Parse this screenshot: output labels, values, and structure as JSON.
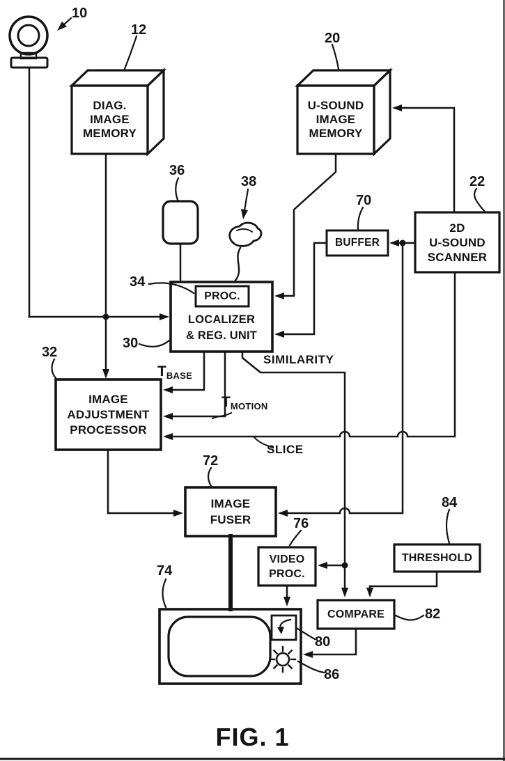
{
  "figure": {
    "caption": "FIG. 1"
  },
  "palette": {
    "ink": "#141414",
    "paper": "#ffffff"
  },
  "boxes": {
    "diag_memory": {
      "ref": "12",
      "lines": [
        "DIAG.",
        "IMAGE",
        "MEMORY"
      ]
    },
    "usound_memory": {
      "ref": "20",
      "lines": [
        "U-SOUND",
        "IMAGE",
        "MEMORY"
      ]
    },
    "scanner": {
      "ref": "22",
      "lines": [
        "2D",
        "U-SOUND",
        "SCANNER"
      ]
    },
    "buffer": {
      "ref": "70",
      "label": "BUFFER"
    },
    "proc": {
      "ref": "34",
      "label": "PROC."
    },
    "localizer": {
      "ref": "30",
      "lines": [
        "LOCALIZER",
        "& REG. UNIT"
      ]
    },
    "adjustment": {
      "ref": "32",
      "lines": [
        "IMAGE",
        "ADJUSTMENT",
        "PROCESSOR"
      ]
    },
    "fuser": {
      "ref": "72",
      "lines": [
        "IMAGE",
        "FUSER"
      ]
    },
    "video_proc": {
      "ref": "76",
      "lines": [
        "VIDEO",
        "PROC."
      ]
    },
    "threshold": {
      "ref": "84",
      "label": "THRESHOLD"
    },
    "compare": {
      "ref": "82",
      "label": "COMPARE"
    }
  },
  "icons": {
    "camera": {
      "ref": "10"
    },
    "sensor": {
      "ref": "36"
    },
    "probe": {
      "ref": "38"
    },
    "monitor": {
      "ref": "74"
    },
    "pointer": {
      "ref": "80"
    },
    "sun": {
      "ref": "86"
    }
  },
  "signals": {
    "similarity": "SIMILARITY",
    "slice": "SLICE",
    "t_base": {
      "main": "T",
      "sub": "BASE"
    },
    "t_motion": {
      "main": "T",
      "sub": "MOTION"
    }
  }
}
